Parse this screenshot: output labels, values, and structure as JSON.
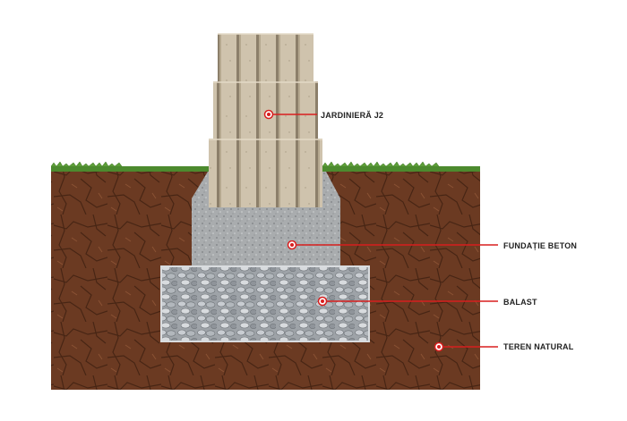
{
  "diagram": {
    "labels": {
      "planter": "JARDINIERĂ J2",
      "concrete_foundation": "FUNDAȚIE BETON",
      "ballast": "BALAST",
      "natural_ground": "TEREN NATURAL"
    },
    "colors": {
      "soil": "#6b3a22",
      "soil_crack": "#3e1f10",
      "grass": "#4c8a2e",
      "concrete": "#a9acae",
      "ballast": "#b7bcc2",
      "planter": "#cfc3ad",
      "planter_groove": "#8c7f6a",
      "leader_line": "#d81e1e",
      "leader_dot": "#d81e1e"
    }
  }
}
